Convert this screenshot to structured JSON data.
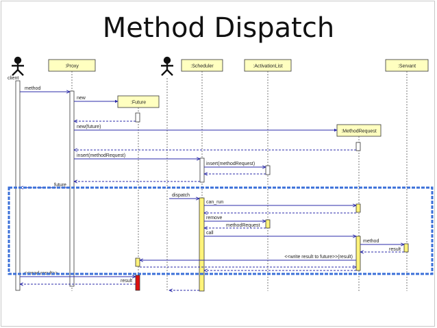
{
  "title": "Method Dispatch",
  "participants": {
    "client": "client",
    "proxy": ":Proxy",
    "future": ":Future",
    "scheduler": ":Scheduler",
    "activation_list": ":ActivationList",
    "method_request": ":MethodRequest",
    "servant": ":Servant"
  },
  "messages": {
    "method": "method",
    "new": "new",
    "new_future": "new(future)",
    "insert_proxy": "insert(methodRequest)",
    "insert_sched": "insert(methodRequest)",
    "future": "future",
    "dispatch": "dispatch",
    "can_run": "can_run",
    "remove": "remove",
    "method_request_return": "methodRequest",
    "call": "call",
    "method_servant": "method",
    "result_servant": "result",
    "write_result": "<<write result to future>>(result)",
    "read_result": "<<read result>>",
    "result_client": "result"
  },
  "colors": {
    "box_fill": "#ffffc0",
    "activation_fill": "#fff37a",
    "message_line": "#2a2aa8",
    "highlight_box": "#3a6fd8",
    "final_activation": "#dd1111"
  }
}
